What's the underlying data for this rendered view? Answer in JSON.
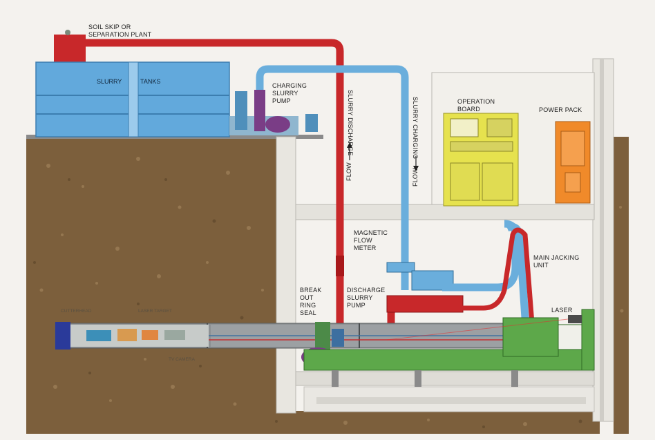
{
  "labels": {
    "soil_skip_1": "SOIL SKIP OR",
    "soil_skip_2": "SEPARATION PLANT",
    "slurry_tanks_1": "SLURRY",
    "slurry_tanks_2": "TANKS",
    "charging_pump_1": "CHARGING",
    "charging_pump_2": "SLURRY",
    "charging_pump_3": "PUMP",
    "slurry_discharge": "SLURRY DISCHARGE",
    "slurry_charging": "SLURRY CHARGING",
    "flow_discharge": "FLOW",
    "flow_charging": "FLOW",
    "operation_board_1": "OPERATION",
    "operation_board_2": "BOARD",
    "power_pack": "POWER PACK",
    "magnetic_meter_1": "MAGNETIC",
    "magnetic_meter_2": "FLOW",
    "magnetic_meter_3": "METER",
    "main_jacking_1": "MAIN JACKING",
    "main_jacking_2": "UNIT",
    "break_out_1": "BREAK",
    "break_out_2": "OUT",
    "break_out_3": "RING",
    "break_out_4": "SEAL",
    "discharge_pump_1": "DISCHARGE",
    "discharge_pump_2": "SLURRY",
    "discharge_pump_3": "PUMP",
    "laser": "LASER",
    "cutterhead": "CUTTERHEAD",
    "laser_target": "LASER TARGET",
    "tv_camera": "TV CAMERA"
  },
  "colors": {
    "discharge_pipe": "#c8282a",
    "charging_pipe": "#6aaedc",
    "soil": "#7a5d3b",
    "tanks": "#62a9dc",
    "operation_board": "#e6e24e",
    "power_pack": "#f08a2a",
    "jacking_unit": "#5da84a",
    "pumps": "#7a3d86"
  }
}
